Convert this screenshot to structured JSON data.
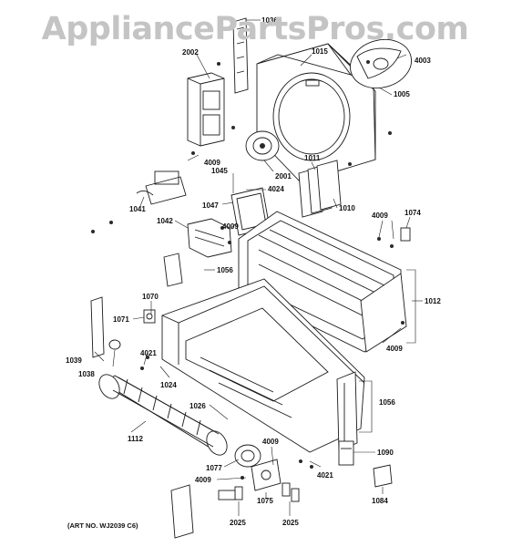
{
  "watermark": "AppliancePartsPros.com",
  "art_number": "(ART NO. WJ2039 C6)",
  "parts": {
    "p1036": "1036",
    "p2002": "2002",
    "p1015": "1015",
    "p4003": "4003",
    "p1005": "1005",
    "p4009a": "4009",
    "p2001": "2001",
    "p1011": "1011",
    "p1045": "1045",
    "p4024": "4024",
    "p1047": "1047",
    "p1010": "1010",
    "p1041": "1041",
    "p1042": "1042",
    "p4009b": "4009",
    "p4009c": "4009",
    "p1074": "1074",
    "p1056a": "1056",
    "p1012": "1012",
    "p1070": "1070",
    "p1071": "1071",
    "p4009d": "4009",
    "p1039": "1039",
    "p4021a": "4021",
    "p1038": "1038",
    "p1024": "1024",
    "p1056b": "1056",
    "p1026": "1026",
    "p1112": "1112",
    "p4009e": "4009",
    "p1090": "1090",
    "p1077": "1077",
    "p4021b": "4021",
    "p4009f": "4009",
    "p1075": "1075",
    "p1084": "1084",
    "p2025a": "2025",
    "p2025b": "2025"
  }
}
